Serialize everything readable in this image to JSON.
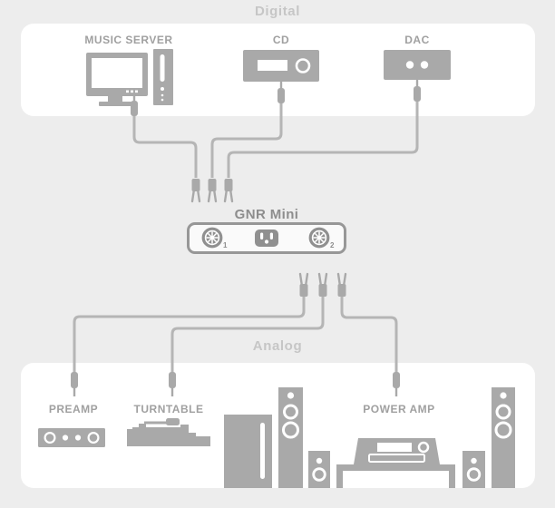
{
  "digital": {
    "label": "Digital",
    "devices": [
      {
        "label": "MUSIC SERVER",
        "icon": "music-server-icon"
      },
      {
        "label": "CD",
        "icon": "cd-player-icon"
      },
      {
        "label": "DAC",
        "icon": "dac-icon"
      }
    ]
  },
  "hub": {
    "label": "GNR Mini",
    "terminals": [
      {
        "number": "1",
        "icon": "ground-terminal-icon"
      },
      {
        "number": "2",
        "icon": "ground-terminal-icon"
      }
    ],
    "power_inlet_icon": "iec-power-inlet-icon"
  },
  "analog": {
    "label": "Analog",
    "devices": [
      {
        "label": "PREAMP",
        "icon": "preamp-icon"
      },
      {
        "label": "TURNTABLE",
        "icon": "turntable-icon"
      },
      {
        "label": "POWER AMP",
        "icon": "power-amp-icon"
      }
    ],
    "extra_icons": [
      "panel-speaker-icon",
      "tower-speaker-icon",
      "bookshelf-speaker-icon",
      "av-stand-icon"
    ]
  },
  "connectors": {
    "digital_cables": 3,
    "analog_cables": 3,
    "plug_icon": "banana-plug-icon",
    "spade_icon": "spade-connector-icon"
  },
  "colors": {
    "page_background": "#ededed",
    "panel_background": "#ffffff",
    "icon_gray": "#a9a9a9",
    "cable_gray": "#b5b5b5",
    "device_label_gray": "#a0a0a0",
    "section_label_gray": "#c6c6c6",
    "hub_gray": "#8d8d8d"
  }
}
